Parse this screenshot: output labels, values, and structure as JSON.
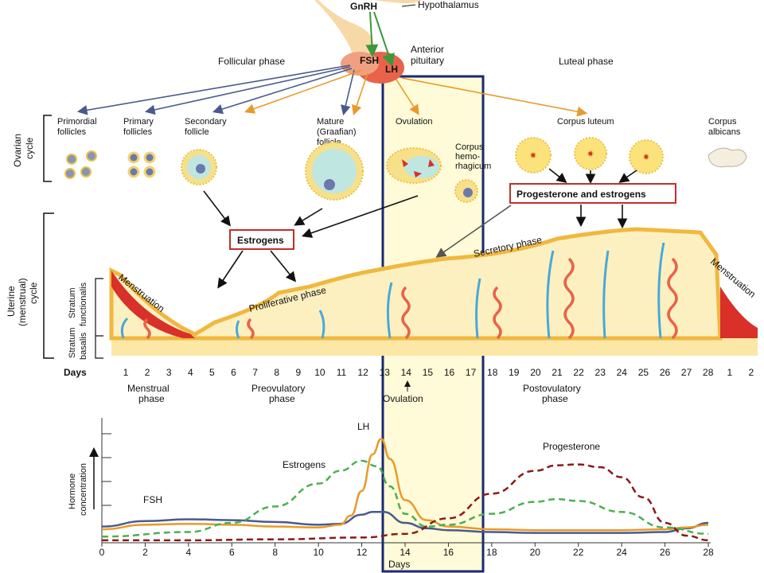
{
  "header": {
    "gnrh": "GnRH",
    "hypothalamus": "Hypothalamus",
    "fsh": "FSH",
    "lh": "LH",
    "anterior_pituitary_1": "Anterior",
    "anterior_pituitary_2": "pituitary",
    "follicular_phase": "Follicular phase",
    "luteal_phase": "Luteal phase"
  },
  "ovarian": {
    "side_label_1": "Ovarian",
    "side_label_2": "cycle",
    "primordial_1": "Primordial",
    "primordial_2": "follicles",
    "primary_1": "Primary",
    "primary_2": "follicles",
    "secondary_1": "Secondary",
    "secondary_2": "follicle",
    "mature_1": "Mature",
    "mature_2": "(Graafian)",
    "mature_3": "follicle",
    "ovulation": "Ovulation",
    "corpus_hem_1": "Corpus",
    "corpus_hem_2": "hemo-",
    "corpus_hem_3": "rhagicum",
    "corpus_luteum": "Corpus luteum",
    "corpus_albicans_1": "Corpus",
    "corpus_albicans_2": "albicans",
    "estrogens_box": "Estrogens",
    "prog_estrogen_box": "Progesterone and estrogens"
  },
  "uterine": {
    "side_label_1": "Uterine",
    "side_label_2": "(menstrual)",
    "side_label_3": "cycle",
    "stratum_func_1": "Stratum",
    "stratum_func_2": "functionalis",
    "stratum_bas_1": "Stratum",
    "stratum_bas_2": "basalis",
    "menstruation_left": "Menstruation",
    "menstruation_right": "Menstruation",
    "proliferative": "Proliferative phase",
    "secretory": "Secretory phase"
  },
  "days_row": {
    "label": "Days",
    "days": [
      "1",
      "2",
      "3",
      "4",
      "5",
      "6",
      "7",
      "8",
      "9",
      "10",
      "11",
      "12",
      "13",
      "14",
      "15",
      "16",
      "17",
      "18",
      "19",
      "20",
      "21",
      "22",
      "23",
      "24",
      "25",
      "26",
      "27",
      "28",
      "1",
      "2"
    ],
    "menstrual_1": "Menstrual",
    "menstrual_2": "phase",
    "preovulatory_1": "Preovulatory",
    "preovulatory_2": "phase",
    "ovulation": "Ovulation",
    "postovulatory_1": "Postovulatory",
    "postovulatory_2": "phase"
  },
  "chart_data": {
    "type": "line",
    "xlabel": "Days",
    "ylabel": "Hormone concentration",
    "xlim": [
      0,
      28
    ],
    "x_ticks": [
      "0",
      "2",
      "4",
      "6",
      "8",
      "10",
      "12",
      "14",
      "16",
      "18",
      "20",
      "22",
      "24",
      "26",
      "28"
    ],
    "series": [
      {
        "name": "FSH",
        "color": "#4a5a8c",
        "dash": false,
        "x": [
          0,
          2,
          4,
          6,
          8,
          10,
          11,
          12,
          12.5,
          13,
          14,
          15,
          16,
          18,
          20,
          22,
          24,
          26,
          27,
          28
        ],
        "y": [
          1.6,
          2.2,
          2.4,
          2.3,
          2.1,
          1.8,
          1.9,
          2.9,
          3.2,
          3.2,
          2.0,
          1.4,
          1.2,
          1.0,
          0.9,
          0.9,
          0.9,
          1.0,
          1.4,
          2.0
        ]
      },
      {
        "name": "LH",
        "color": "#e89a2a",
        "dash": false,
        "x": [
          0,
          2,
          4,
          6,
          8,
          10,
          11,
          11.5,
          12,
          12.5,
          12.9,
          13.3,
          14,
          15,
          16,
          18,
          20,
          22,
          24,
          26,
          27,
          28
        ],
        "y": [
          1.3,
          1.8,
          1.9,
          1.8,
          1.6,
          1.5,
          1.8,
          2.8,
          5.5,
          9.5,
          11.2,
          9.0,
          4.5,
          2.3,
          1.6,
          1.3,
          1.2,
          1.2,
          1.2,
          1.3,
          1.5,
          1.8
        ]
      },
      {
        "name": "Estrogens",
        "color": "#4caf50",
        "dash": true,
        "x": [
          0,
          4,
          6,
          8,
          10,
          11,
          12,
          12.7,
          13.3,
          14,
          15,
          16,
          18,
          20,
          21,
          22,
          24,
          26,
          28
        ],
        "y": [
          0.5,
          1.0,
          2.0,
          3.8,
          6.3,
          7.7,
          8.8,
          8.2,
          6.0,
          3.0,
          1.6,
          1.8,
          3.0,
          4.3,
          4.6,
          4.4,
          3.2,
          1.5,
          0.8
        ]
      },
      {
        "name": "Progesterone",
        "color": "#8b1a1a",
        "dash": true,
        "x": [
          0,
          4,
          8,
          12,
          14,
          16,
          18,
          20,
          21,
          22,
          23,
          24,
          25,
          26,
          27,
          28
        ],
        "y": [
          0.1,
          0.1,
          0.2,
          0.4,
          0.8,
          2.5,
          5.2,
          7.7,
          8.3,
          8.4,
          8.1,
          7.0,
          4.8,
          2.0,
          0.6,
          0.1
        ]
      }
    ],
    "annotations": [
      "FSH",
      "LH",
      "Estrogens",
      "Progesterone"
    ]
  }
}
